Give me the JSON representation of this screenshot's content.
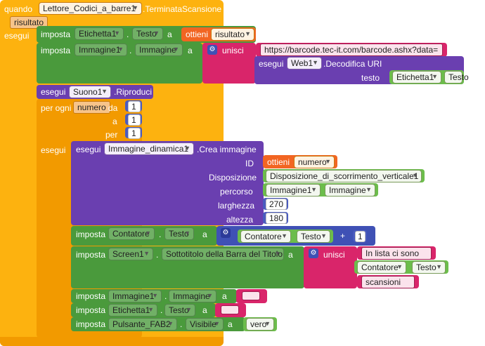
{
  "event": {
    "when_label": "quando",
    "component": "Lettore_Codici_a_barre1",
    "event_name": ".TerminataScansione",
    "param": "risultato",
    "do_label": "esegui"
  },
  "set1": {
    "set_label": "imposta",
    "component": "Etichetta1",
    "dot": ".",
    "property": "Testo",
    "to_label": "a",
    "get_label": "ottieni",
    "get_var": "risultato"
  },
  "set2": {
    "set_label": "imposta",
    "component": "Immagine1",
    "dot": ".",
    "property": "Immagine",
    "to_label": "a",
    "join_label": "unisci",
    "url_text": "https://barcode.tec-it.com/barcode.ashx?data=",
    "call_label": "esegui",
    "web_component": "Web1",
    "decode_method": ".Decodifica URI",
    "text_label": "testo",
    "text_component": "Etichetta1",
    "text_property": "Testo"
  },
  "sound": {
    "call_label": "esegui",
    "component": "Suono1",
    "method": ".Riproduci"
  },
  "loop": {
    "for_label": "per ogni",
    "var": "numero",
    "from_label": "da",
    "from_value": "1",
    "to_label": "a",
    "to_value": "1",
    "by_label": "per",
    "by_value": "1",
    "do_label": "esegui"
  },
  "create": {
    "call_label": "esegui",
    "component": "Immagine_dinamica1",
    "method": ".Crea immagine",
    "id_label": "ID",
    "id_get": "ottieni",
    "id_var": "numero",
    "layout_label": "Disposizione",
    "layout_value": "Disposizione_di_scorrimento_verticale1",
    "path_label": "percorso",
    "path_component": "Immagine1",
    "path_property": "Immagine",
    "width_label": "larghezza",
    "width_value": "270",
    "height_label": "altezza",
    "height_value": "180"
  },
  "counter": {
    "set_label": "imposta",
    "component": "Contatore",
    "property": "Testo",
    "to_label": "a",
    "plus": "+",
    "inner_component": "Contatore",
    "inner_property": "Testo",
    "add_value": "1"
  },
  "screen": {
    "set_label": "imposta",
    "component": "Screen1",
    "property": "Sottotitolo della Barra del Titolo",
    "to_label": "a",
    "join_label": "unisci",
    "text1": "In lista ci sono ",
    "mid_component": "Contatore",
    "mid_property": "Testo",
    "text2": " scansioni"
  },
  "reset_img": {
    "set_label": "imposta",
    "component": "Immagine1",
    "property": "Immagine",
    "to_label": "a"
  },
  "reset_lbl": {
    "set_label": "imposta",
    "component": "Etichetta1",
    "property": "Testo",
    "to_label": "a"
  },
  "fab": {
    "set_label": "imposta",
    "component": "Pulsante_FAB2",
    "property": "Visibile",
    "to_label": "a",
    "value": "vero"
  },
  "colors": {
    "event": "#fdb20f",
    "setter": "#4a9a3c",
    "getter_component": "#6cbd4b",
    "call": "#6a3fb0",
    "text": "#d9256a",
    "variable": "#f26522",
    "math": "#4a5bbf"
  },
  "icons": {
    "dropdown": "chevron-down-icon",
    "mutator": "gear-icon"
  }
}
